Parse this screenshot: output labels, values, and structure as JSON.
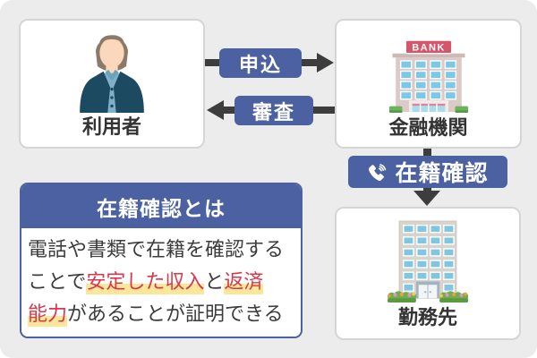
{
  "palette": {
    "background": "#ececec",
    "blue": "#4c61a1",
    "arrow_gray": "#3d3d3d",
    "red_text": "#d9384c",
    "highlight_yellow": "#fbe79a",
    "card_border": "#d5d5d5",
    "label_color": "#333333"
  },
  "cards": {
    "user": {
      "label": "利用者",
      "icon": "person-icon"
    },
    "bank": {
      "label": "金融機関",
      "icon": "bank-building-icon",
      "sign": "BANK"
    },
    "workplace": {
      "label": "勤務先",
      "icon": "office-building-icon"
    }
  },
  "arrows": {
    "apply": {
      "label": "申込",
      "direction": "right"
    },
    "review": {
      "label": "審査",
      "direction": "left"
    },
    "verify": {
      "label": "在籍確認",
      "direction": "down",
      "icon": "phone-icon"
    }
  },
  "explain": {
    "title": "在籍確認とは",
    "line1": "電話や書類で在籍を確認する",
    "line2_pre": "ことで",
    "line2_hl1": "安定した収入",
    "line2_mid": "と",
    "line2_hl2": "返済",
    "line3_hl": "能力",
    "line3_rest": "があることが証明できる"
  }
}
